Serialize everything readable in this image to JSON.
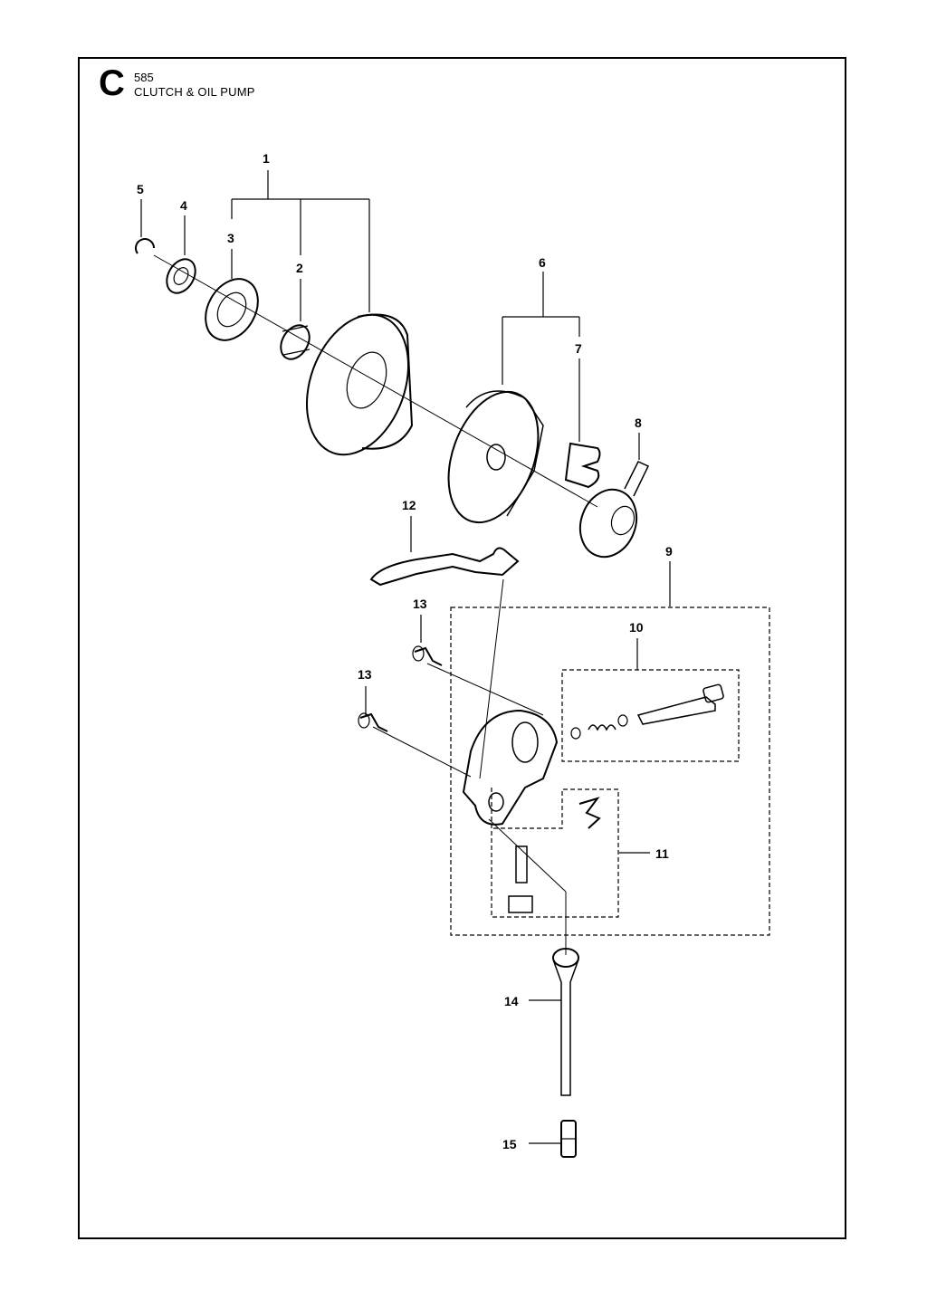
{
  "header": {
    "section_letter": "C",
    "model": "585",
    "title": "CLUTCH & OIL PUMP"
  },
  "callouts": [
    "1",
    "2",
    "3",
    "4",
    "5",
    "6",
    "7",
    "8",
    "9",
    "10",
    "11",
    "12",
    "13",
    "13",
    "14",
    "15"
  ]
}
